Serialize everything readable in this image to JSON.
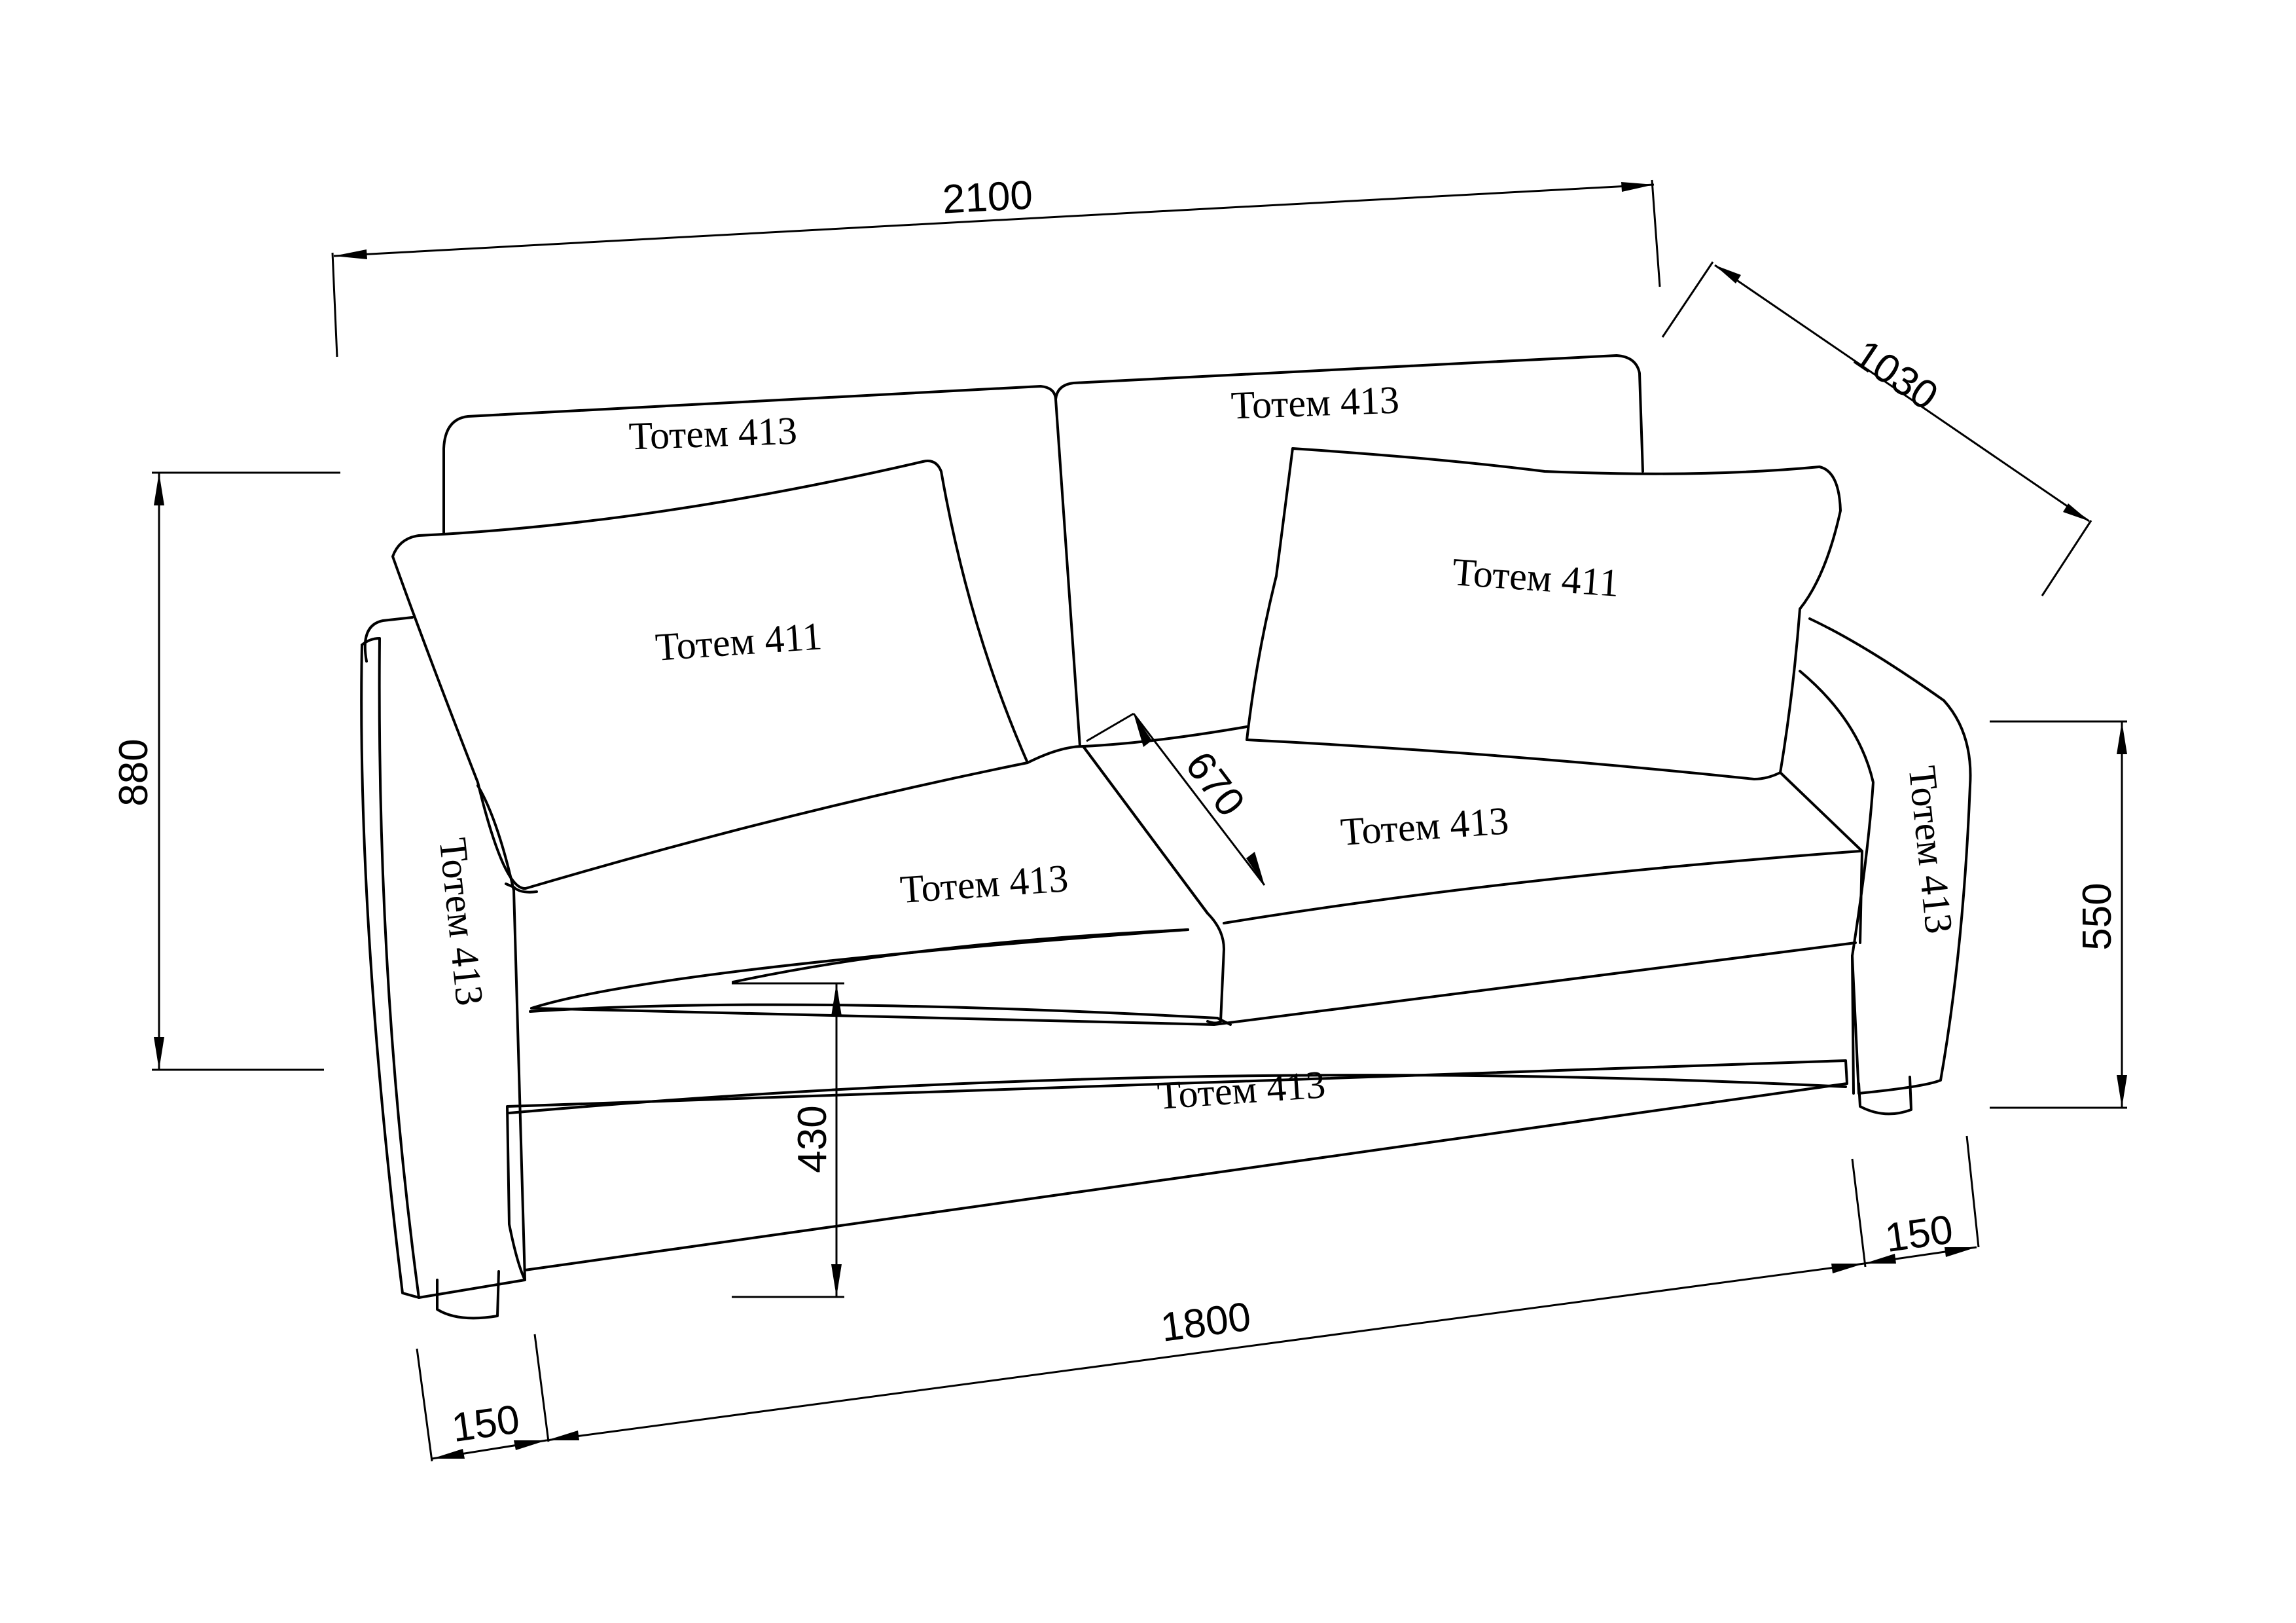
{
  "dimensions": {
    "overall_width": "2100",
    "depth": "1030",
    "overall_height": "880",
    "seat_height": "430",
    "armrest_height": "550",
    "seat_depth": "670",
    "seat_width": "1800",
    "armrest_width_left": "150",
    "armrest_width_right": "150"
  },
  "fabrics": {
    "back_cushion_left": "Тотем 413",
    "back_cushion_right": "Тотем 413",
    "pillow_left": "Тотем 411",
    "pillow_right": "Тотем 411",
    "seat_left": "Тотем 413",
    "seat_right": "Тотем 413",
    "armrest_left": "Тотем 413",
    "armrest_right": "Тотем 413",
    "base_front": "Тотем 413"
  }
}
